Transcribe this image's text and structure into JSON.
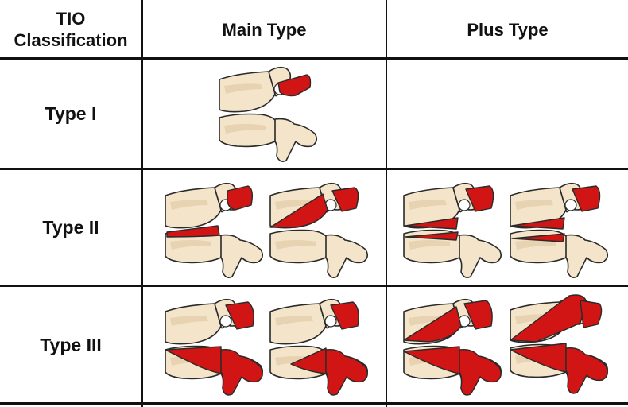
{
  "header": {
    "classification": "TIO\nClassification",
    "main_type": "Main Type",
    "plus_type": "Plus Type"
  },
  "rows": [
    {
      "label": "Type I"
    },
    {
      "label": "Type II"
    },
    {
      "label": "Type III"
    }
  ],
  "colors": {
    "bone": "#f4e4c9",
    "fracture_red": "#d11414",
    "grid_line": "#111111"
  }
}
